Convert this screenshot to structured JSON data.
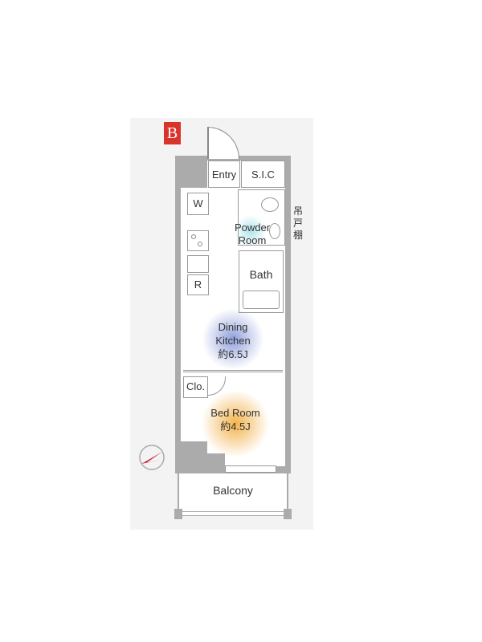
{
  "badge": "B",
  "rooms": {
    "entry": "Entry",
    "sic": "S.I.C",
    "washer": "W",
    "powder": [
      "Powder",
      "Room"
    ],
    "fridge": "R",
    "bath": "Bath",
    "dining": [
      "Dining",
      "Kitchen",
      "約6.5J"
    ],
    "closet": "Clo.",
    "bedroom": [
      "Bed Room",
      "約4.5J"
    ],
    "balcony": "Balcony"
  },
  "annotation": "吊戸棚",
  "colors": {
    "badge": "#d9342b",
    "wall": "#ababab",
    "dining_glow": "#6b7fd0",
    "bedroom_glow": "#f0a020"
  }
}
